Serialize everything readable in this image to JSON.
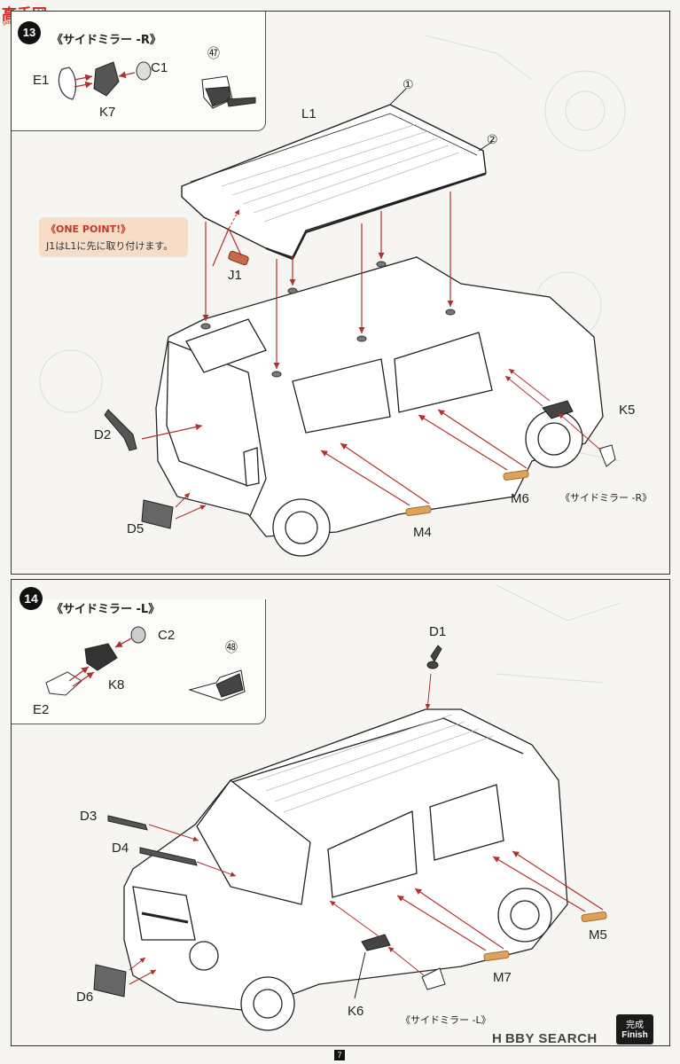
{
  "logo": {
    "text": "高手网",
    "url": "gaoshan.com"
  },
  "step_top": {
    "number": "13",
    "inset_title": "《サイドミラー -R》",
    "inset_parts": [
      "E1",
      "C1",
      "K7"
    ],
    "inset_ref": "㊼",
    "roof_label": "L1",
    "callouts": [
      "①",
      "②"
    ],
    "one_point_title": "《ONE POINT!》",
    "one_point_text": "J1はL1に先に取り付けます。",
    "parts": [
      "J1",
      "D2",
      "D5",
      "M4",
      "M6",
      "K5"
    ],
    "mirror_note": "《サイドミラー -R》"
  },
  "step_bottom": {
    "number": "14",
    "inset_title": "《サイドミラー -L》",
    "inset_parts": [
      "C2",
      "K8",
      "E2"
    ],
    "inset_ref": "㊽",
    "parts": [
      "D1",
      "D3",
      "D4",
      "D6",
      "K6",
      "M7",
      "M5"
    ],
    "mirror_note": "《サイドミラー -L》"
  },
  "finish": {
    "line1": "完成",
    "line2": "Finish"
  },
  "watermark": "H BBY SEARCH",
  "page_number": "7",
  "colors": {
    "part_orange": "#d9a35d",
    "part_dark": "#3a3a3a",
    "note_bg": "#f7dcc8",
    "accent_red": "#c0392b",
    "arrow": "#b03030"
  }
}
